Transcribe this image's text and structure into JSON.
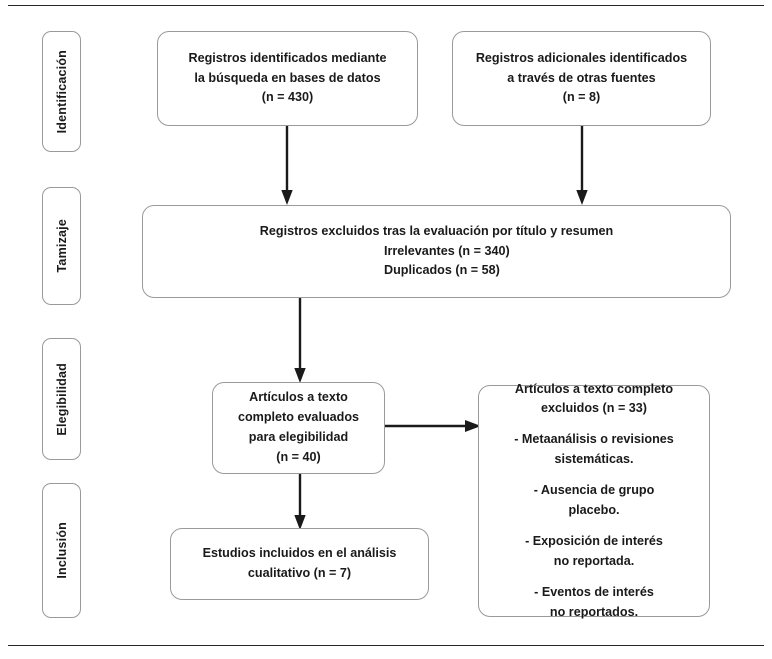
{
  "diagram": {
    "title": "PRISMA flow diagram",
    "language": "es",
    "border_color": "#9a9a9a",
    "text_color": "#1a1a1a",
    "rule_color": "#262626"
  },
  "stages": [
    {
      "id": "identificacion",
      "label": "Identificación"
    },
    {
      "id": "tamizaje",
      "label": "Tamizaje"
    },
    {
      "id": "elegibilidad",
      "label": "Elegibilidad"
    },
    {
      "id": "inclusion",
      "label": "Inclusión"
    }
  ],
  "boxes": {
    "identified_db": {
      "line1": "Registros identificados mediante",
      "line2": "la búsqueda en bases de datos",
      "line3": "(n = 430)",
      "n": 430
    },
    "identified_other": {
      "line1": "Registros adicionales identificados",
      "line2": "a través de otras fuentes",
      "line3": "(n = 8)",
      "n": 8
    },
    "screened_excluded": {
      "header": "Registros excluidos tras la evaluación por título y resumen",
      "item1": "Irrelevantes (n = 340)",
      "item2": "Duplicados (n = 58)",
      "n_irrelevantes": 340,
      "n_duplicados": 58
    },
    "fulltext_assessed": {
      "line1": "Artículos a texto",
      "line2": "completo evaluados",
      "line3": "para elegibilidad",
      "line4": "(n = 40)",
      "n": 40
    },
    "fulltext_excluded": {
      "header1": "Artículos a texto completo",
      "header2": "excluidos (n = 33)",
      "n": 33,
      "reason1_line1": "- Metaanálisis o revisiones",
      "reason1_line2": "sistemáticas.",
      "reason2_line1": "- Ausencia de grupo",
      "reason2_line2": "placebo.",
      "reason3_line1": "- Exposición de interés",
      "reason3_line2": "no reportada.",
      "reason4_line1": "- Eventos de interés",
      "reason4_line2": "no reportados."
    },
    "included_qualitative": {
      "line1": "Estudios incluidos en el análisis",
      "line2": "cualitativo (n = 7)",
      "n": 7
    }
  },
  "arrows": [
    {
      "id": "db-to-screened",
      "direction": "down"
    },
    {
      "id": "other-to-screened",
      "direction": "down"
    },
    {
      "id": "screened-to-fulltext",
      "direction": "down"
    },
    {
      "id": "fulltext-to-excluded",
      "direction": "right"
    },
    {
      "id": "fulltext-to-included",
      "direction": "down"
    }
  ]
}
